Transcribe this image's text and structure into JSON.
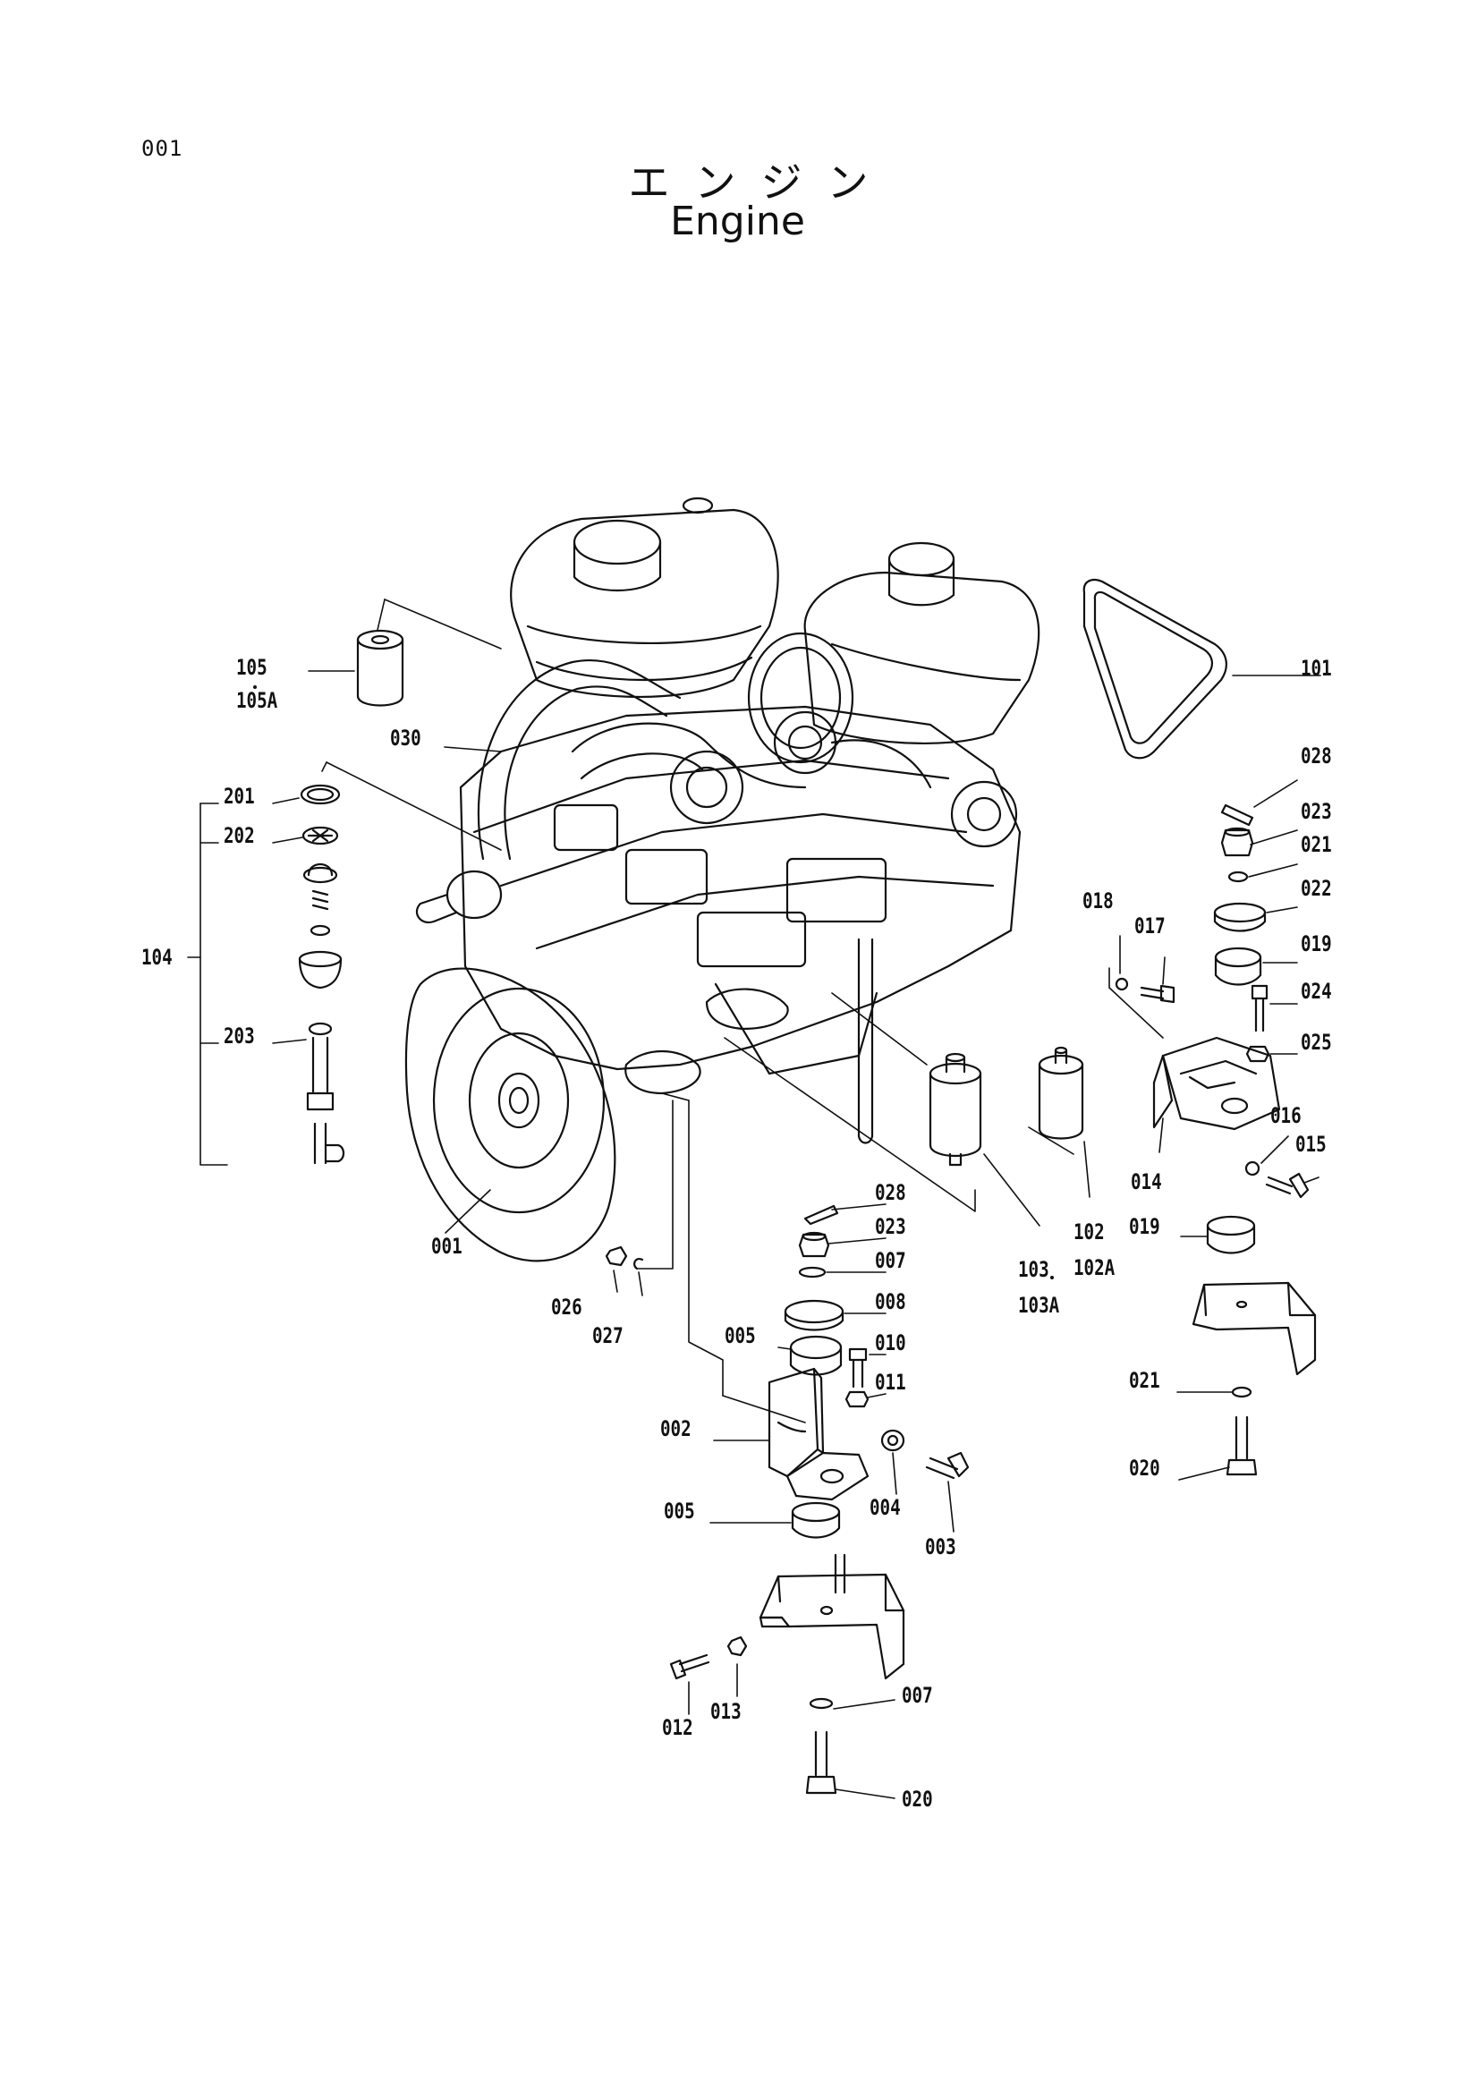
{
  "header": {
    "page_number": "001",
    "title_jp": "エンジン",
    "title_en": "Engine"
  },
  "parts": {
    "p001": "001",
    "p002": "002",
    "p003": "003",
    "p004": "004",
    "p005a": "005",
    "p005b": "005",
    "p007a": "007",
    "p007b": "007",
    "p008": "008",
    "p010": "010",
    "p011": "011",
    "p012": "012",
    "p013": "013",
    "p014": "014",
    "p015": "015",
    "p016": "016",
    "p017": "017",
    "p018": "018",
    "p019a": "019",
    "p019b": "019",
    "p020a": "020",
    "p020b": "020",
    "p021a": "021",
    "p021b": "021",
    "p022": "022",
    "p023a": "023",
    "p023b": "023",
    "p024": "024",
    "p025": "025",
    "p026": "026",
    "p027": "027",
    "p028a": "028",
    "p028b": "028",
    "p030": "030",
    "p101": "101",
    "p102": "102",
    "p102A": "102A",
    "p103": "103",
    "p103A": "103A",
    "p104": "104",
    "p105": "105",
    "p105A": "105A",
    "p201": "201",
    "p202": "202",
    "p203": "203"
  }
}
